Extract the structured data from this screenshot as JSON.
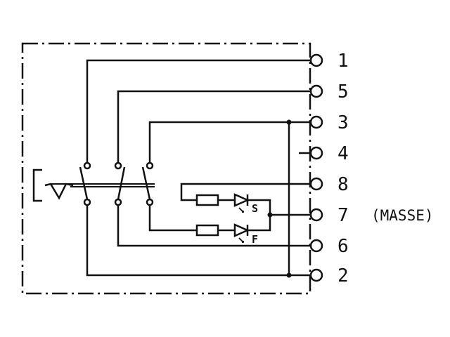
{
  "terminals": [
    {
      "id": "t1",
      "label": "1"
    },
    {
      "id": "t5",
      "label": "5"
    },
    {
      "id": "t3",
      "label": "3"
    },
    {
      "id": "t4",
      "label": "4"
    },
    {
      "id": "t8",
      "label": "8"
    },
    {
      "id": "t7",
      "label": "7"
    },
    {
      "id": "t6",
      "label": "6"
    },
    {
      "id": "t2",
      "label": "2"
    }
  ],
  "masse_label": "(MASSE)",
  "led_labels": {
    "upper": "S",
    "lower": "F"
  },
  "colors": {
    "ink": "#111111",
    "background": "#ffffff"
  }
}
